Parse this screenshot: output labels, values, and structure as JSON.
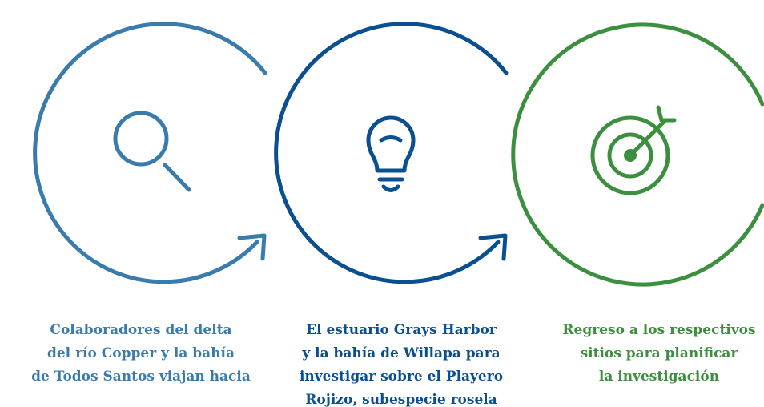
{
  "colors": {
    "step1": "#3a7bad",
    "step2": "#0a4f8f",
    "step3": "#3c8f3f"
  },
  "steps": [
    {
      "icon": "magnifier-icon",
      "text": "Colaboradores del delta\ndel río Copper y la bahía\nde Todos Santos viajan hacia"
    },
    {
      "icon": "lightbulb-icon",
      "text": "El estuario Grays Harbor\ny la bahía de Willapa para\ninvestigar sobre el Playero\nRojizo, subespecie rosela"
    },
    {
      "icon": "target-icon",
      "text": "Regreso a los respectivos\nsitios para planificar\nla investigación"
    }
  ]
}
